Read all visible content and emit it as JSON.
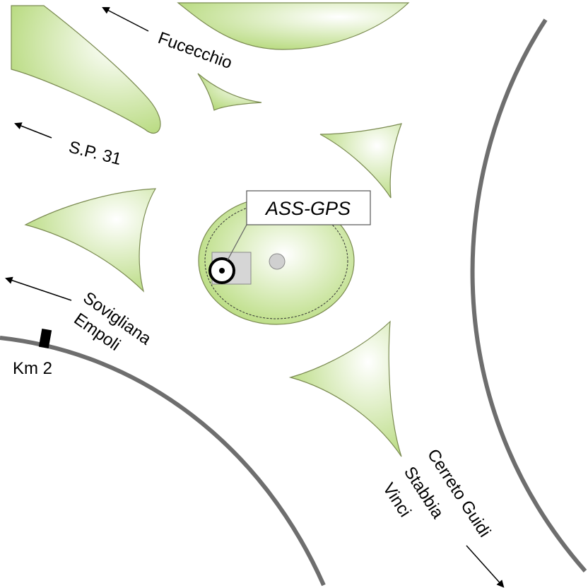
{
  "map": {
    "station_label": "ASS-GPS",
    "km_marker_label": "Km 2",
    "directions": [
      {
        "id": "fucecchio",
        "text": "Fucecchio"
      },
      {
        "id": "sp31",
        "text": "S.P. 31"
      },
      {
        "id": "sovigliana",
        "text": "Sovigliana"
      },
      {
        "id": "empoli",
        "text": "Empoli"
      },
      {
        "id": "cerreto",
        "text": "Cerreto Guidi"
      },
      {
        "id": "stabbia",
        "text": "Stabbia"
      },
      {
        "id": "vinci",
        "text": "Vinci"
      }
    ]
  },
  "colors": {
    "green_light": "#ffffff",
    "green_dark": "#b5d97a",
    "road_edge": "#6e6e6e",
    "building": "#d6d6d6"
  }
}
